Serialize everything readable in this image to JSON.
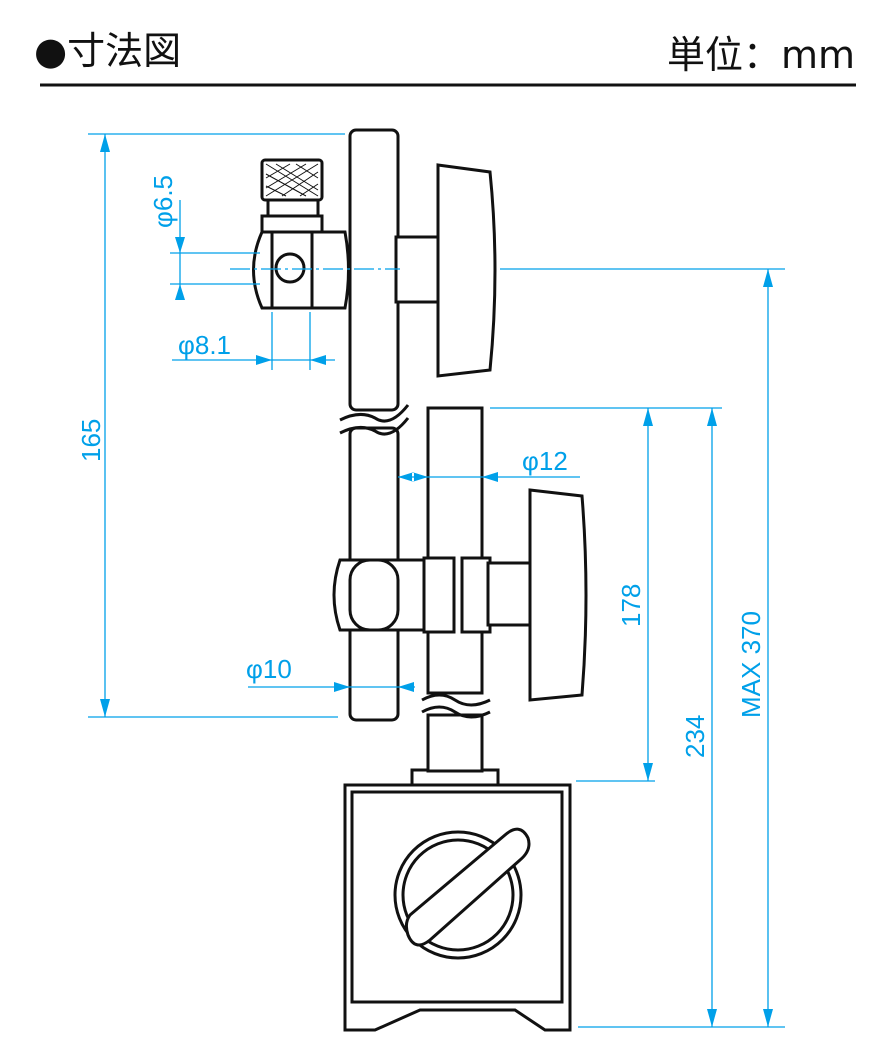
{
  "header": {
    "title": "●寸法図",
    "unit": "単位：mm"
  },
  "dimensions": {
    "d_knob": "φ6.5",
    "d_hole": "φ8.1",
    "d_rod_upper": "φ12",
    "d_rod_lower": "φ10",
    "h_arm": "165",
    "h_post": "178",
    "h_total_min": "234",
    "h_total_max": "MAX  370"
  },
  "colors": {
    "dimension": "#00a0e9",
    "outline": "#111111"
  }
}
